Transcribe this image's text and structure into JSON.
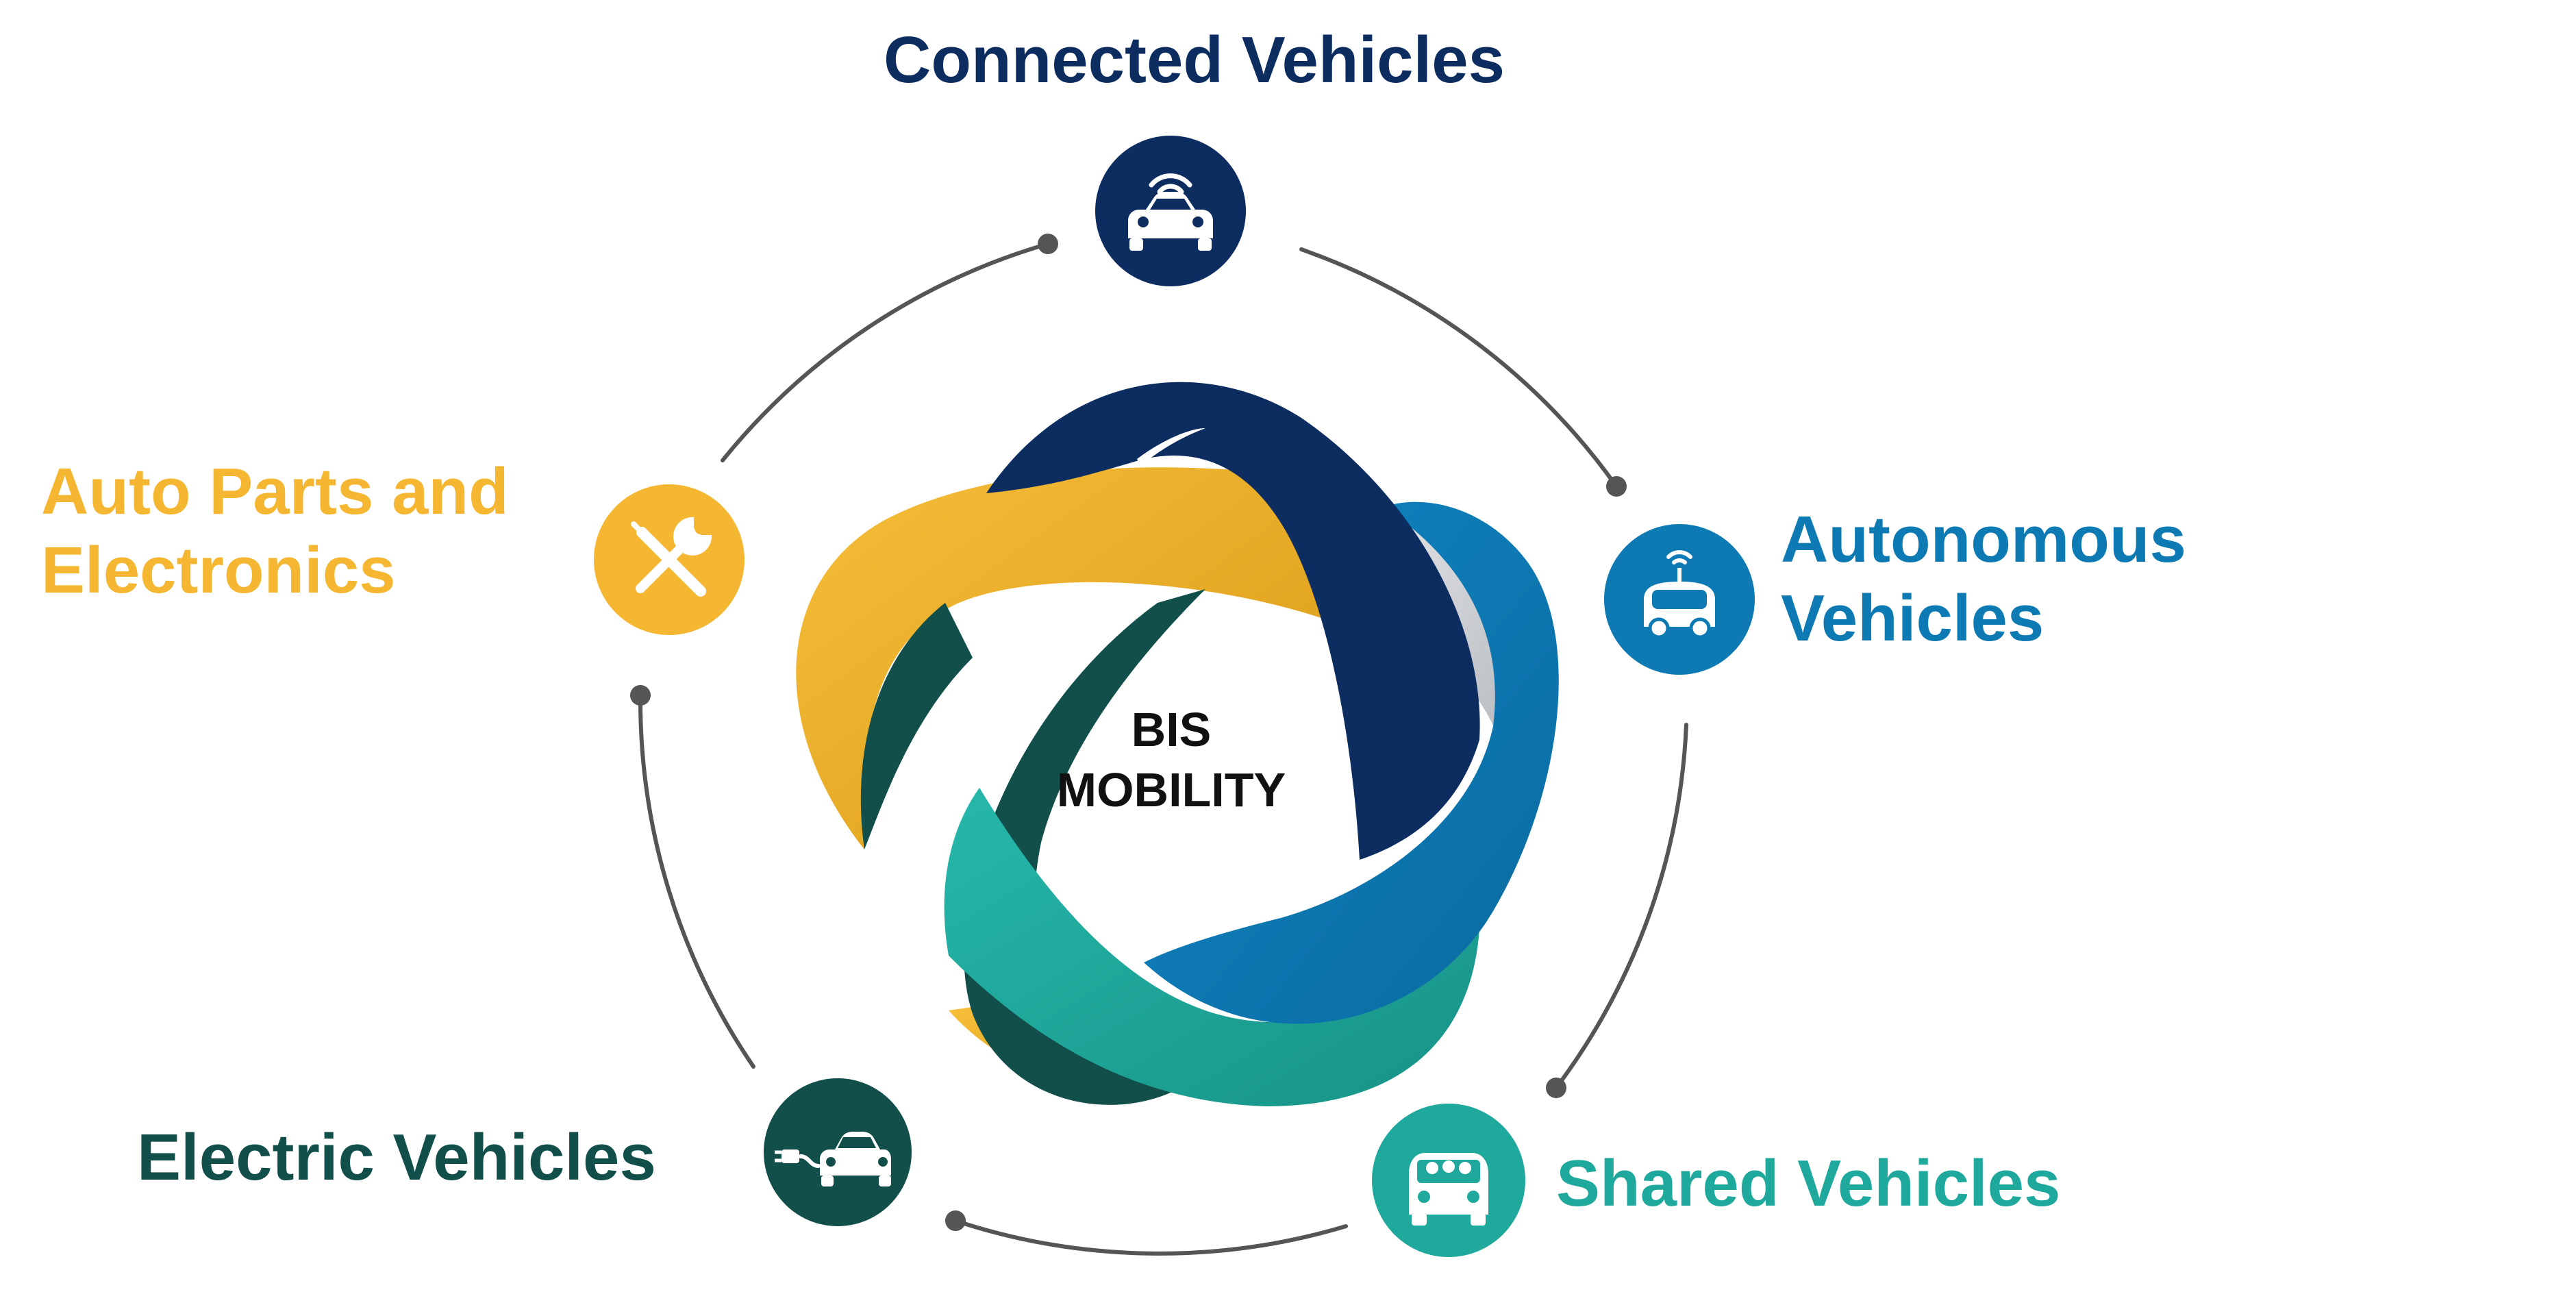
{
  "center": {
    "line1": "BIS",
    "line2": "MOBILITY"
  },
  "segments": [
    {
      "id": "connected",
      "label_lines": [
        "Connected Vehicles"
      ],
      "color": "#0d2d61",
      "icon": "connected-car-icon"
    },
    {
      "id": "autonomous",
      "label_lines": [
        "Autonomous",
        "Vehicles"
      ],
      "color": "#0e7ab3",
      "icon": "autonomous-vehicle-icon"
    },
    {
      "id": "shared",
      "label_lines": [
        "Shared Vehicles"
      ],
      "color": "#1fa89c",
      "icon": "shared-vehicle-icon"
    },
    {
      "id": "electric",
      "label_lines": [
        "Electric Vehicles"
      ],
      "color": "#124f4b",
      "icon": "electric-car-icon"
    },
    {
      "id": "autoparts",
      "label_lines": [
        "Auto Parts and",
        "Electronics"
      ],
      "color": "#f5b731",
      "icon": "tools-icon"
    }
  ],
  "ring_color": "#555555",
  "center_text_color": "#111111"
}
